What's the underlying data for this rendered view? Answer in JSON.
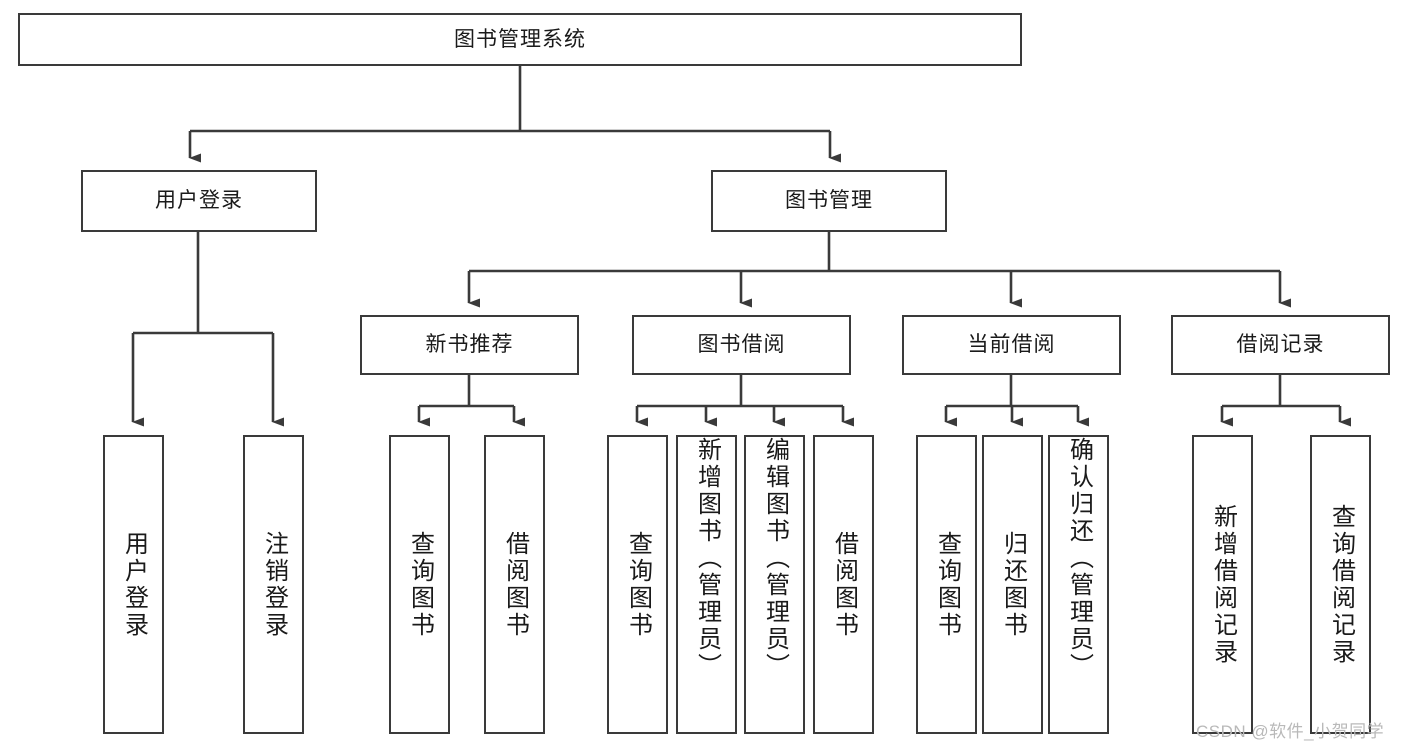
{
  "diagram": {
    "title": "图书管理系统",
    "type": "tree",
    "root": {
      "label": "图书管理系统"
    },
    "level2": [
      {
        "label": "用户登录"
      },
      {
        "label": "图书管理"
      }
    ],
    "level3": [
      {
        "label": "新书推荐",
        "parent": "图书管理"
      },
      {
        "label": "图书借阅",
        "parent": "图书管理"
      },
      {
        "label": "当前借阅",
        "parent": "图书管理"
      },
      {
        "label": "借阅记录",
        "parent": "图书管理"
      }
    ],
    "leaves": {
      "user_login": [
        {
          "label": "用户登录"
        },
        {
          "label": "注销登录"
        }
      ],
      "new_book_recommend": [
        {
          "label": "查询图书"
        },
        {
          "label": "借阅图书"
        }
      ],
      "book_borrow": [
        {
          "label": "查询图书"
        },
        {
          "label": "新增图书（管理员）"
        },
        {
          "label": "编辑图书（管理员）"
        },
        {
          "label": "借阅图书"
        }
      ],
      "current_borrow": [
        {
          "label": "查询图书"
        },
        {
          "label": "归还图书"
        },
        {
          "label": "确认归还（管理员）"
        }
      ],
      "borrow_record": [
        {
          "label": "新增借阅记录"
        },
        {
          "label": "查询借阅记录"
        }
      ]
    }
  },
  "watermark": {
    "text": "CSDN @软件_小贺同学"
  },
  "colors": {
    "stroke": "#3a3a3a",
    "background": "#ffffff",
    "text": "#1a1a1a",
    "watermark": "#b9b9b9"
  }
}
